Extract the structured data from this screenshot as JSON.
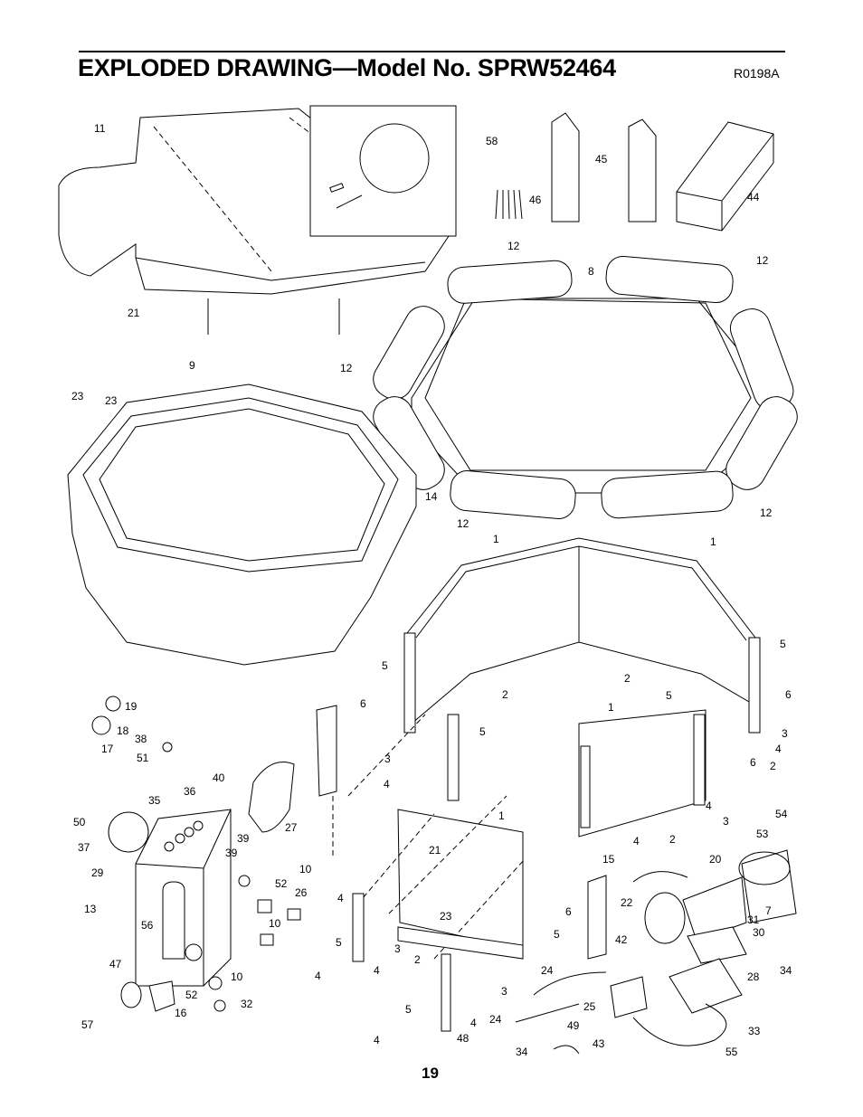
{
  "page": {
    "title": "EXPLODED DRAWING—Model No. SPRW52464",
    "drawing_code": "R0198A",
    "page_number": "19"
  },
  "callouts": [
    "11",
    "58",
    "45",
    "46",
    "44",
    "12",
    "8",
    "12",
    "21",
    "12",
    "23",
    "23",
    "9",
    "14",
    "12",
    "12",
    "1",
    "1",
    "5",
    "5",
    "2",
    "2",
    "6",
    "6",
    "5",
    "5",
    "3",
    "4",
    "3",
    "4",
    "2",
    "1",
    "6",
    "19",
    "18",
    "17",
    "38",
    "51",
    "36",
    "40",
    "35",
    "50",
    "37",
    "39",
    "39",
    "27",
    "29",
    "1",
    "21",
    "10",
    "52",
    "26",
    "13",
    "56",
    "10",
    "23",
    "3",
    "5",
    "4",
    "2",
    "47",
    "10",
    "52",
    "32",
    "16",
    "57",
    "4",
    "4",
    "5",
    "4",
    "3",
    "4",
    "5",
    "24",
    "24",
    "49",
    "48",
    "34",
    "15",
    "22",
    "20",
    "53",
    "54",
    "7",
    "31",
    "30",
    "28",
    "34",
    "33",
    "55",
    "6",
    "42",
    "25",
    "43",
    "4",
    "2",
    "4",
    "3"
  ]
}
